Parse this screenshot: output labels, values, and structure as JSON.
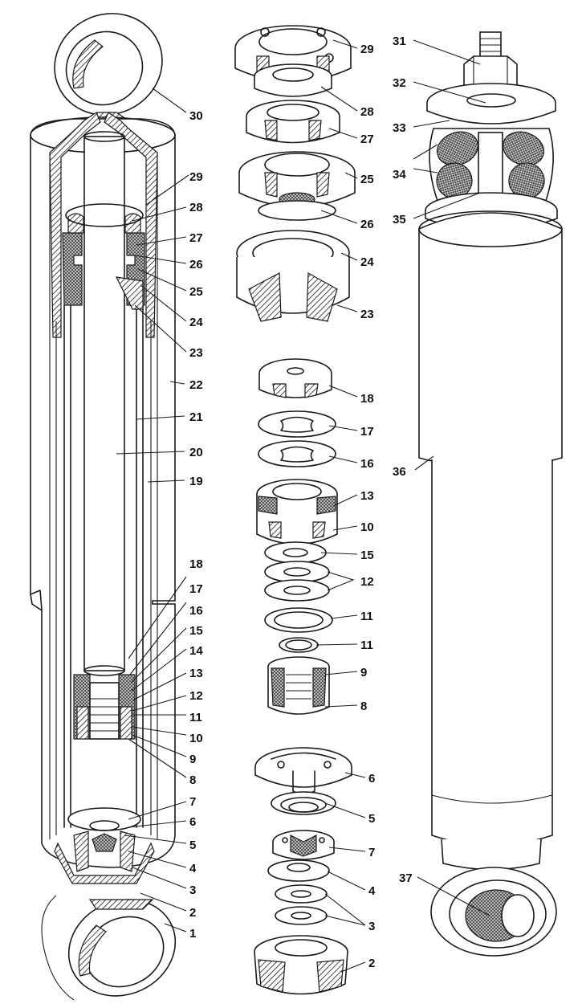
{
  "labels": {
    "l1": "1",
    "l2": "2",
    "l3": "3",
    "l4": "4",
    "l5": "5",
    "l6": "6",
    "l7": "7",
    "l8": "8",
    "l9": "9",
    "l10": "10",
    "l11": "11",
    "l12": "12",
    "l13": "13",
    "l14": "14",
    "l15": "15",
    "l16": "16",
    "l17": "17",
    "l18": "18",
    "l19": "19",
    "l20": "20",
    "l21": "21",
    "l22": "22",
    "l23": "23",
    "l24": "24",
    "l25": "25",
    "l26": "26",
    "l27": "27",
    "l28": "28",
    "l29": "29",
    "l30": "30",
    "l31": "31",
    "l32": "32",
    "l33": "33",
    "l34": "34",
    "l35": "35",
    "l36": "36",
    "l37": "37"
  },
  "colors": {
    "line": "#1a1a1a",
    "background": "#ffffff",
    "hatch": "#1a1a1a"
  }
}
